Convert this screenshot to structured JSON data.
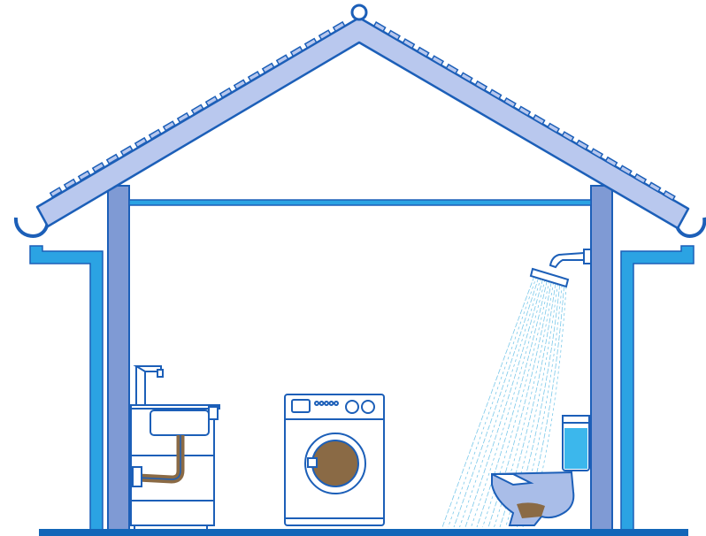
{
  "diagram": {
    "subject": "house-water-drainage-cross-section",
    "fixtures": [
      "kitchen-sink",
      "washing-machine",
      "shower",
      "toilet"
    ],
    "colors": {
      "background": "#ffffff",
      "outline": "#1c5fb8",
      "roof_fill": "#b9c8ee",
      "wall_fill": "#7f9ad4",
      "pipe_fill": "#2ba3e3",
      "water": "#3cb7ec",
      "waste": "#8a6a45",
      "ground": "#1366b8",
      "fixture_fill": "#ffffff",
      "toilet_bowl": "#a9bde8",
      "shower_spray": "#7cc9ea"
    },
    "icons": [
      "roof-hook-icon",
      "washing-machine-icon",
      "shower-head-icon",
      "toilet-icon",
      "sink-icon",
      "gutter-icon"
    ]
  }
}
